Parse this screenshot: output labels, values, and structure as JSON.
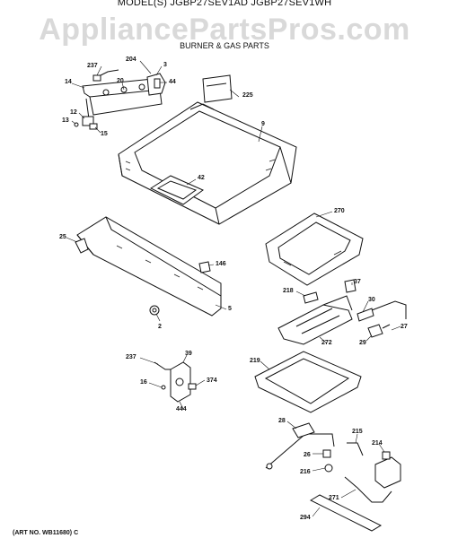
{
  "header": {
    "model": "MODEL(S) JGBP27SEV1AD  JGBP27SEV1WH",
    "watermark": "AppliancePartsPros.com",
    "subtitle": "BURNER & GAS PARTS"
  },
  "footer": {
    "art_no": "(ART NO. WB11680) C"
  },
  "part_labels": {
    "p237a": "237",
    "p204": "204",
    "p3": "3",
    "p20": "20",
    "p14": "14",
    "p44": "44",
    "p225": "225",
    "p12": "12",
    "p13": "13",
    "p15": "15",
    "p9": "9",
    "p42": "42",
    "p270": "270",
    "p25": "25",
    "p146": "146",
    "p37": "37",
    "p218": "218",
    "p30": "30",
    "p5": "5",
    "p2": "2",
    "p27": "27",
    "p29": "29",
    "p272": "272",
    "p237b": "237",
    "p39": "39",
    "p219": "219",
    "p16": "16",
    "p374": "374",
    "p444": "444",
    "p28": "28",
    "p215": "215",
    "p214": "214",
    "p26": "26",
    "p216": "216",
    "p271": "271",
    "p294": "294"
  }
}
